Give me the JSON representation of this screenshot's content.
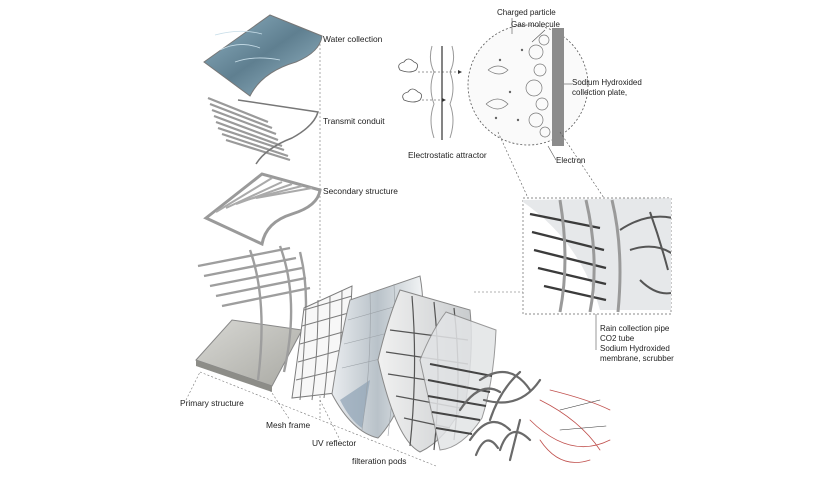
{
  "labels": {
    "water_collection": "Water collection",
    "transmit_conduit": "Transmit conduit",
    "secondary_structure": "Secondary structure",
    "primary_structure": "Primary structure",
    "mesh_frame": "Mesh frame",
    "uv_reflector": "UV reflector",
    "filteration_pods": "filteration pods",
    "electrostatic_attractor": "Electrostatic attractor",
    "charged_particle": "Charged particle",
    "gas_molecule": "Gas molecule",
    "collection_plate_line1": "Sodium Hydroxided",
    "collection_plate_line2": "collection plate,",
    "electron": "Electron",
    "rain_collection_pipe": "Rain collection pipe",
    "co2_tube": "CO2 tube",
    "membrane_line1": "Sodium Hydroxided",
    "membrane_line2": "membrane, scrubber"
  },
  "colors": {
    "line": "#555555",
    "mesh": "#8a8a8a",
    "water": "#6f8fa0",
    "plate": "#8c8c8c",
    "accent_red": "#c0504d"
  }
}
